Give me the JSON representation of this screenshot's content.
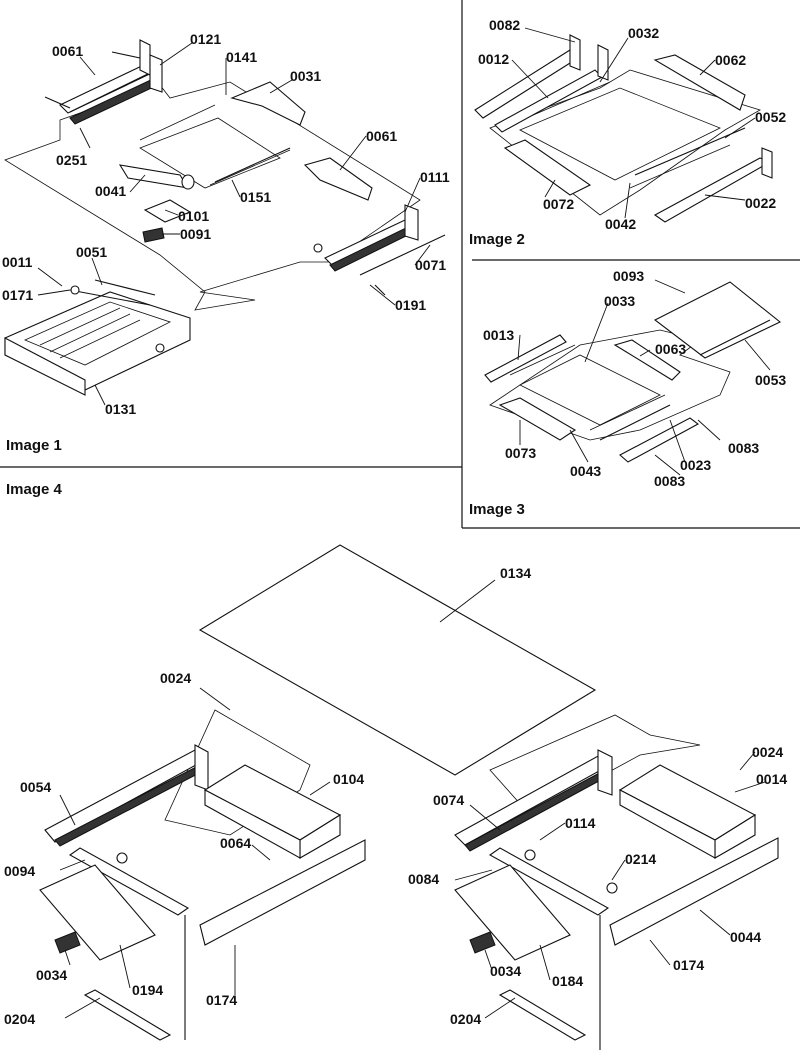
{
  "panels": {
    "image1": "Image 1",
    "image2": "Image 2",
    "image3": "Image 3",
    "image4": "Image 4"
  },
  "labels": {
    "p0061a": "0061",
    "p0121": "0121",
    "p0141": "0141",
    "p0031": "0031",
    "p0251": "0251",
    "p0041": "0041",
    "p0101": "0101",
    "p0091": "0091",
    "p0151": "0151",
    "p0061b": "0061",
    "p0111": "0111",
    "p0011": "0011",
    "p0051": "0051",
    "p0171": "0171",
    "p0071": "0071",
    "p0191": "0191",
    "p0131": "0131",
    "p0082": "0082",
    "p0032": "0032",
    "p0012": "0012",
    "p0062": "0062",
    "p0052": "0052",
    "p0072": "0072",
    "p0042": "0042",
    "p0022": "0022",
    "p0093": "0093",
    "p0033": "0033",
    "p0013": "0013",
    "p0063": "0063",
    "p0053": "0053",
    "p0073": "0073",
    "p0043": "0043",
    "p0023": "0023",
    "p0083a": "0083",
    "p0083b": "0083",
    "p0134": "0134",
    "p0024a": "0024",
    "p0024b": "0024",
    "p0054": "0054",
    "p0104": "0104",
    "p0074": "0074",
    "p0014": "0014",
    "p0064": "0064",
    "p0094": "0094",
    "p0114": "0114",
    "p0214": "0214",
    "p0084": "0084",
    "p0044": "0044",
    "p0034a": "0034",
    "p0194": "0194",
    "p0174a": "0174",
    "p0034b": "0034",
    "p0184": "0184",
    "p0174b": "0174",
    "p0204a": "0204",
    "p0204b": "0204"
  }
}
